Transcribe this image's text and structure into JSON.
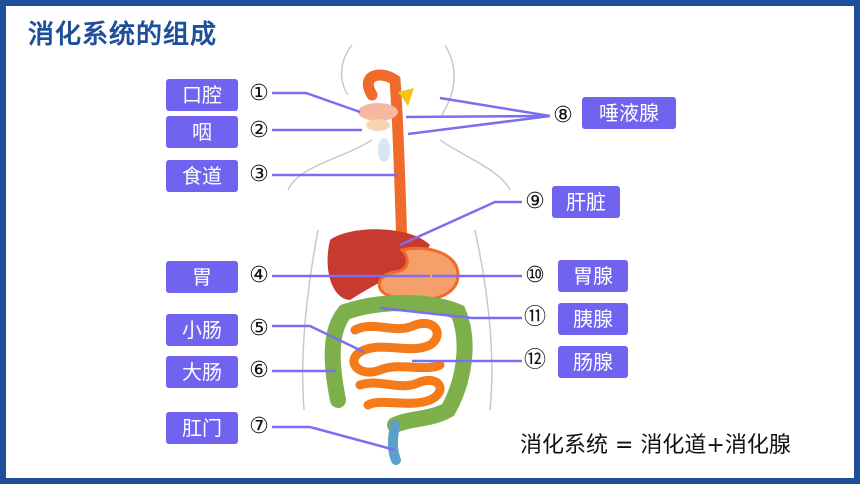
{
  "title": "消化系统的组成",
  "formula": "消化系统 = 消化道+消化腺",
  "colors": {
    "frame": "#1f4e9a",
    "label_bg": "#6f63f0",
    "leader": "#7b6ef0",
    "esophagus": "#f06a2a",
    "liver": "#c63a30",
    "intestine": "#f47a1a",
    "large_intestine": "#7db04a",
    "gland": "#f5c518"
  },
  "left_parts": [
    {
      "num": "①",
      "name": "口腔"
    },
    {
      "num": "②",
      "name": "咽"
    },
    {
      "num": "③",
      "name": "食道"
    },
    {
      "num": "④",
      "name": "胃"
    },
    {
      "num": "⑤",
      "name": "小肠"
    },
    {
      "num": "⑥",
      "name": "大肠"
    },
    {
      "num": "⑦",
      "name": "肛门"
    }
  ],
  "right_parts": [
    {
      "num": "⑧",
      "name": "唾液腺"
    },
    {
      "num": "⑨",
      "name": "肝脏"
    },
    {
      "num": "⑩",
      "name": "胃腺"
    },
    {
      "num": "⑪",
      "name": "胰腺"
    },
    {
      "num": "⑫",
      "name": "肠腺"
    }
  ]
}
